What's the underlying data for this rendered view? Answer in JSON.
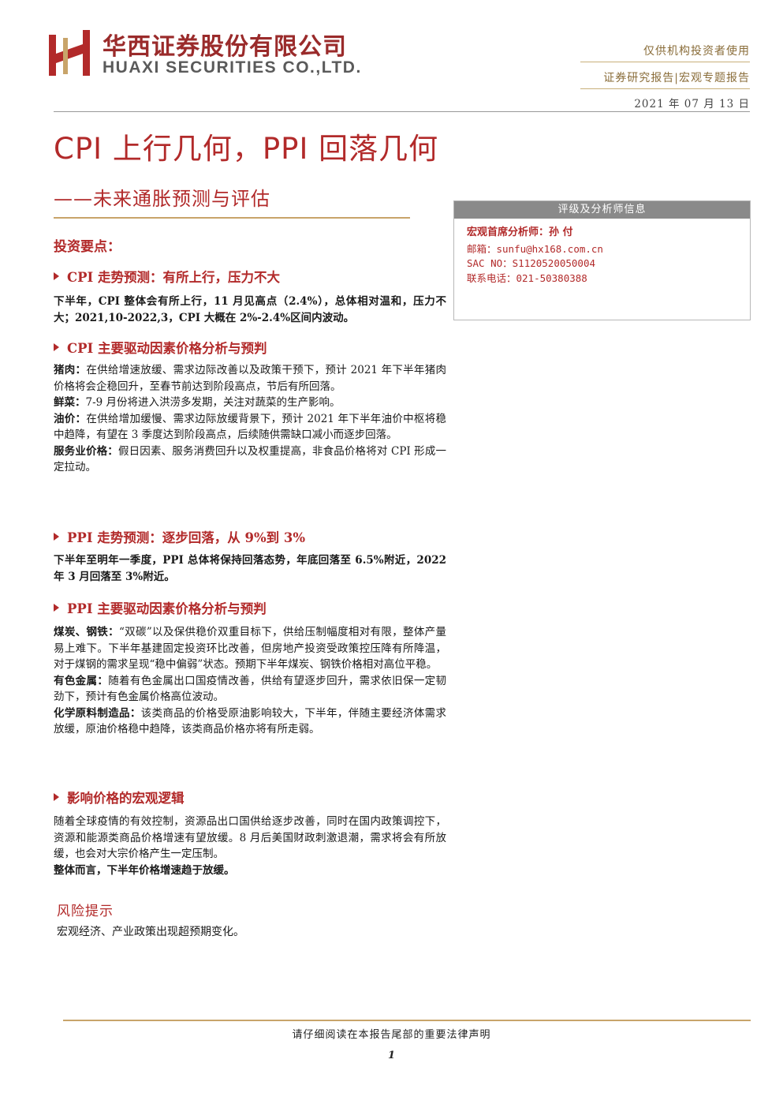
{
  "header": {
    "company_cn": "华西证券股份有限公司",
    "company_en": "HUAXI SECURITIES CO.,LTD.",
    "audience": "仅供机构投资者使用",
    "report_type": "证券研究报告|宏观专题报告",
    "date": "2021 年 07 月 13 日"
  },
  "title": "CPI 上行几何，PPI 回落几何",
  "subtitle": "——未来通胀预测与评估",
  "analyst_box": {
    "heading": "评级及分析师信息",
    "role": "宏观首席分析师：孙 付",
    "email": "邮箱：sunfu@hx168.com.cn",
    "sac": "SAC NO：S1120520050004",
    "phone": "联系电话：021-50380388"
  },
  "key_points_label": "投资要点：",
  "sections": [
    {
      "heading": "CPI 走势预测：有所上行，压力不大",
      "lines": [
        "下半年，CPI 整体会有所上行，11 月见高点（2.4%），总体相对温和，压力不大；2021,10-2022,3，CPI 大概在 2%-2.4%区间内波动。"
      ]
    },
    {
      "heading": "CPI 主要驱动因素价格分析与预判",
      "items": [
        {
          "label": "猪肉：",
          "text": "在供给增速放缓、需求边际改善以及政策干预下，预计 2021 年下半年猪肉价格将会企稳回升，至春节前达到阶段高点，节后有所回落。"
        },
        {
          "label": "鲜菜：",
          "text": "7-9 月份将进入洪涝多发期，关注对蔬菜的生产影响。"
        },
        {
          "label": "油价：",
          "text": "在供给增加缓慢、需求边际放缓背景下，预计 2021 年下半年油价中枢将稳中趋降，有望在 3 季度达到阶段高点，后续随供需缺口减小而逐步回落。"
        },
        {
          "label": "服务业价格：",
          "text": "假日因素、服务消费回升以及权重提高，非食品价格将对 CPI 形成一定拉动。"
        }
      ]
    },
    {
      "heading": "PPI 走势预测：逐步回落，从 9%到 3%",
      "lines": [
        "下半年至明年一季度，PPI 总体将保持回落态势，年底回落至 6.5%附近，2022 年 3 月回落至 3%附近。"
      ]
    },
    {
      "heading": "PPI 主要驱动因素价格分析与预判",
      "items": [
        {
          "label": "煤炭、钢铁：",
          "text": "“双碳”以及保供稳价双重目标下，供给压制幅度相对有限，整体产量易上难下。下半年基建固定投资环比改善，但房地产投资受政策控压降有所降温，对于煤钢的需求呈现“稳中偏弱”状态。预期下半年煤炭、钢铁价格相对高位平稳。"
        },
        {
          "label": "有色金属：",
          "text": "随着有色金属出口国疫情改善，供给有望逐步回升，需求依旧保一定韧劲下，预计有色金属价格高位波动。"
        },
        {
          "label": "化学原料制造品：",
          "text": "该类商品的价格受原油影响较大，下半年，伴随主要经济体需求放缓，原油价格稳中趋降，该类商品价格亦将有所走弱。"
        }
      ]
    },
    {
      "heading": "影响价格的宏观逻辑",
      "text": "随着全球疫情的有效控制，资源品出口国供给逐步改善，同时在国内政策调控下，资源和能源类商品价格增速有望放缓。8 月后美国财政刺激退潮，需求将会有所放缓，也会对大宗价格产生一定压制。",
      "conclusion": "整体而言，下半年价格增速趋于放缓。"
    }
  ],
  "risk": {
    "title": "风险提示",
    "text": "宏观经济、产业政策出现超预期变化。"
  },
  "footer": {
    "notice": "请仔细阅读在本报告尾部的重要法律声明",
    "page": "1"
  },
  "colors": {
    "brand_red": "#b22a2a",
    "gold": "#c8a46a",
    "gray_header": "#8a8a8a"
  }
}
